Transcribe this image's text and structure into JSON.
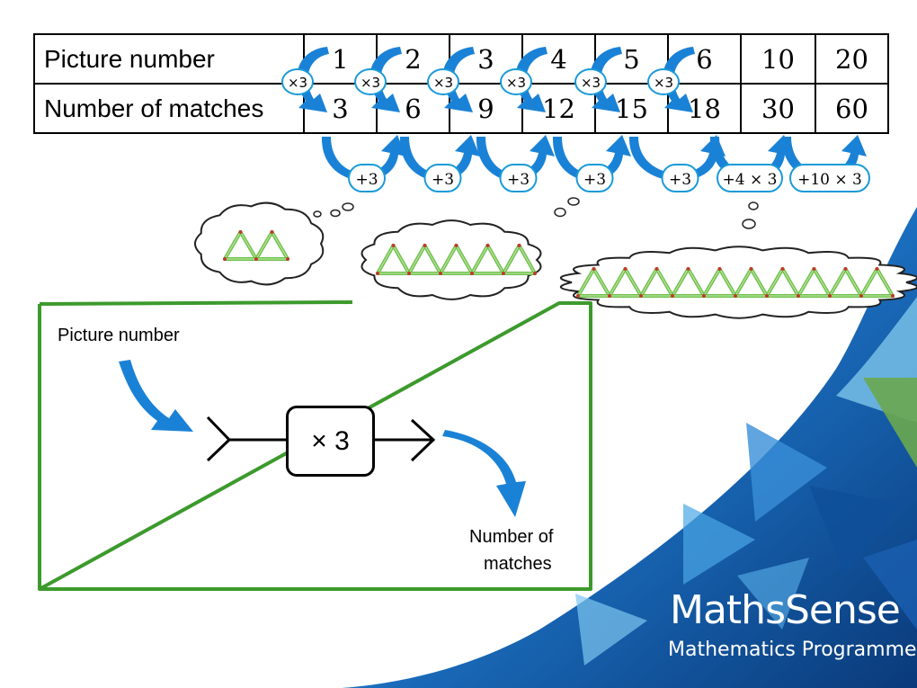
{
  "table": {
    "rows": [
      {
        "header": "Picture number",
        "cells": [
          "1",
          "2",
          "3",
          "4",
          "5",
          "6",
          "10",
          "20"
        ]
      },
      {
        "header": "Number of matches",
        "cells": [
          "3",
          "6",
          "9",
          "12",
          "15",
          "18",
          "30",
          "60"
        ]
      }
    ]
  },
  "vertical_badges": [
    "×3",
    "×3",
    "×3",
    "×3",
    "×3",
    "×3"
  ],
  "bottom_badges": [
    "+3",
    "+3",
    "+3",
    "+3",
    "+3",
    "+4 × 3",
    "+10 × 3"
  ],
  "thought_triangles": [
    2,
    5,
    10
  ],
  "machine": {
    "input_label": "Picture number",
    "operation": "× 3",
    "output_label_line1": "Number of",
    "output_label_line2": "matches"
  },
  "brand": {
    "name": "MathsSense",
    "subtitle": "Mathematics Programme"
  },
  "colors": {
    "arrow_blue": "#1a82d6",
    "badge_border": "#1a9ad8",
    "frame_green": "#3c9a2c",
    "match_green": "#6fbf4a",
    "bg_blue_dark": "#0a3a7a",
    "bg_blue_light": "#2d8fd6"
  }
}
